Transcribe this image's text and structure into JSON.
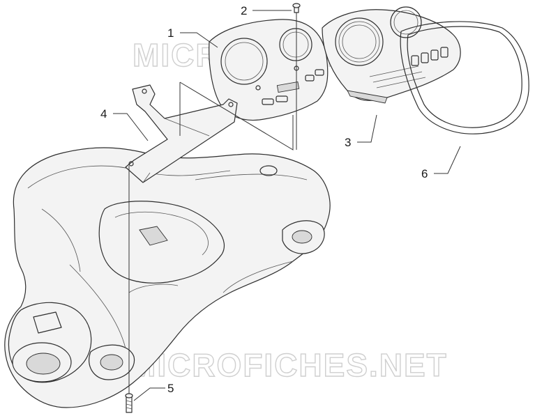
{
  "watermark": {
    "text": "MICROFICHES.NET",
    "color": "#cfcfcf"
  },
  "callouts": [
    {
      "id": "1",
      "label": "1"
    },
    {
      "id": "2",
      "label": "2"
    },
    {
      "id": "3",
      "label": "3"
    },
    {
      "id": "4",
      "label": "4"
    },
    {
      "id": "5",
      "label": "5"
    },
    {
      "id": "6",
      "label": "6"
    }
  ],
  "colors": {
    "line": "#2e2e2e",
    "background": "#ffffff"
  }
}
